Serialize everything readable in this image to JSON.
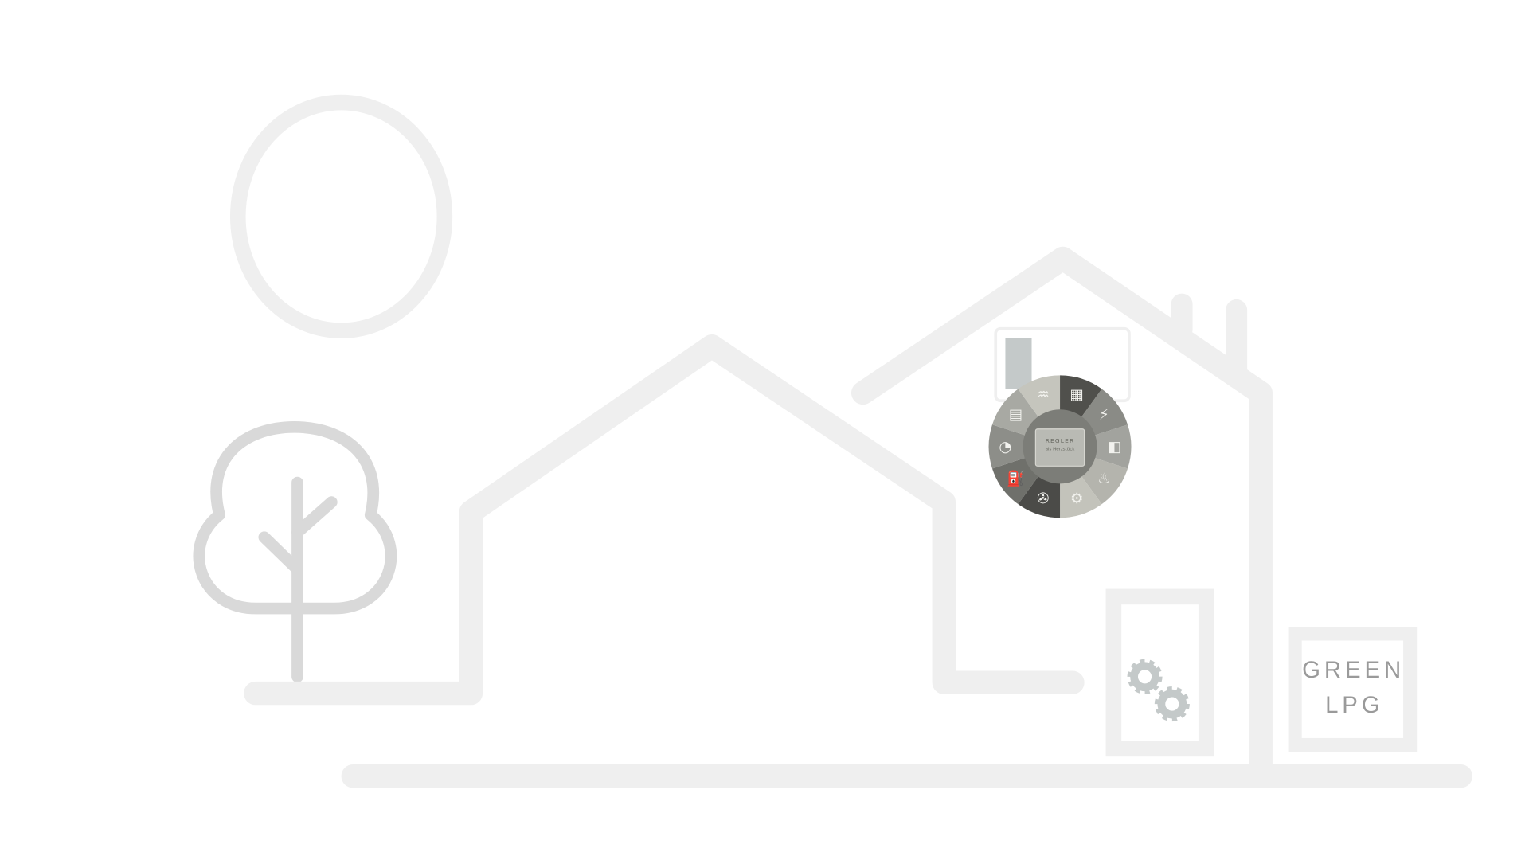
{
  "controller": {
    "title": "REGLER",
    "subtitle": "als Herzstück",
    "segments": [
      {
        "icon": "solar-panel-icon",
        "glyph": "▦",
        "color": "#50504c"
      },
      {
        "icon": "lightning-icon",
        "glyph": "⚡",
        "color": "#8a8b86"
      },
      {
        "icon": "window-icon",
        "glyph": "◧",
        "color": "#a2a39e"
      },
      {
        "icon": "radiator-icon",
        "glyph": "♨",
        "color": "#b4b4ad"
      },
      {
        "icon": "gears-icon",
        "glyph": "⚙",
        "color": "#c3c3bb"
      },
      {
        "icon": "heat-pump-icon",
        "glyph": "✇",
        "color": "#4b4b48"
      },
      {
        "icon": "charging-station-icon",
        "glyph": "⛽",
        "color": "#6f706b"
      },
      {
        "icon": "gauge-icon",
        "glyph": "◔",
        "color": "#8d8e89"
      },
      {
        "icon": "fuel-icon",
        "glyph": "▤",
        "color": "#a8a9a3"
      },
      {
        "icon": "gas-burner-icon",
        "glyph": "♒",
        "color": "#c5c5bd"
      }
    ],
    "inner_color": "#7c7d78"
  },
  "lpg_tank": {
    "line1": "GREEN",
    "line2": "LPG"
  },
  "colors": {
    "outline": "#efefef",
    "tree": "#d9d9d9",
    "accent_gray": "#c4c9c9",
    "text_gray": "#9a9a9a"
  }
}
